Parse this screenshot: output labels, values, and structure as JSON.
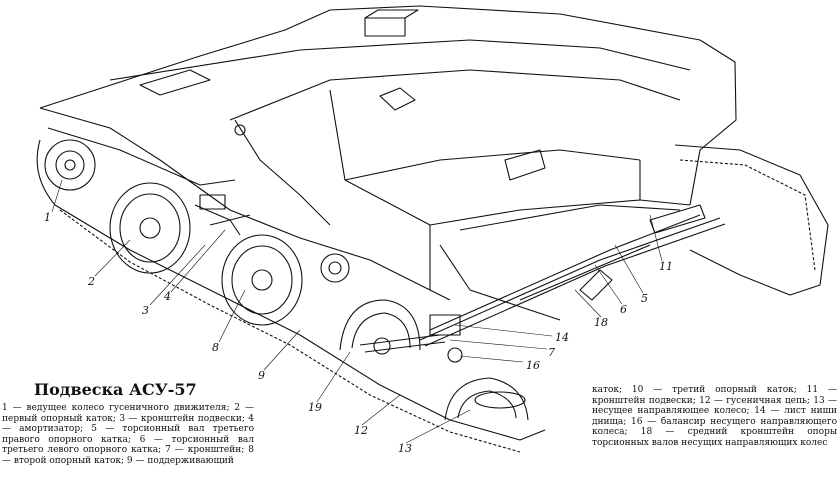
{
  "title": "Подвеска АСУ-57",
  "caption_left": "1 — ведущее колесо гусеничного движителя; 2 — первый опорный каток; 3 — кронштейн подвески; 4 — амортизатор; 5 — торсионный вал третьего правого опорного катка; 6 — торсионный вал третьего левого опорного катка; 7 — кронштейн; 8 — второй опорный каток; 9 — поддерживающий",
  "caption_right": "каток; 10 — третий опорный каток; 11 — кронштейн подвески; 12 — гусеничная цепь; 13 — несущее направляющее колесо; 14 — лист ниши днища; 16 — балансир несущего направляющего колеса; 18 — средний кронштейн опоры торсионных валов несущих направляющих колес",
  "callouts": [
    "1",
    "2",
    "3",
    "4",
    "8",
    "9",
    "19",
    "12",
    "13",
    "14",
    "7",
    "16",
    "18",
    "6",
    "5",
    "11"
  ]
}
